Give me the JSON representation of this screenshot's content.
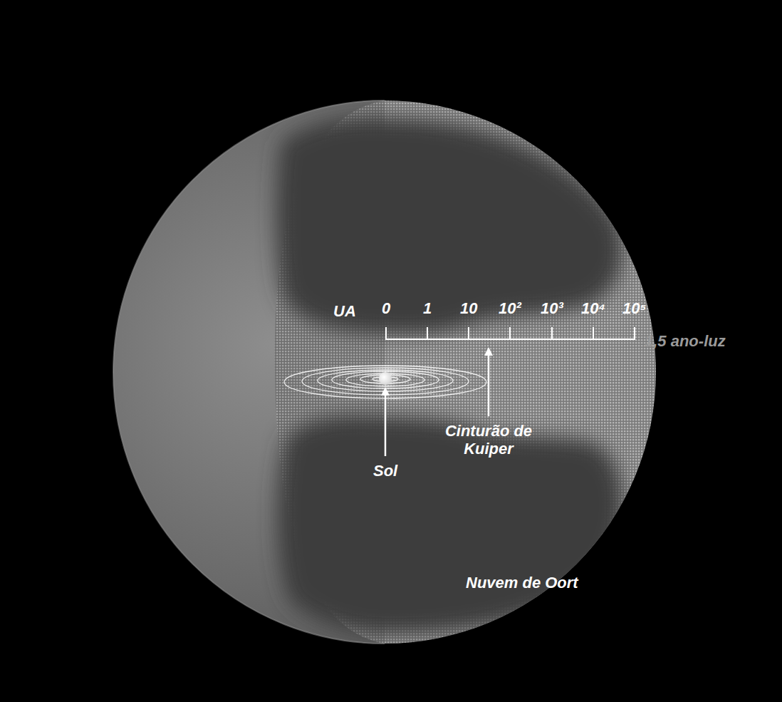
{
  "diagram": {
    "labels": [
      "UA",
      "0",
      "1",
      "10",
      "10²",
      "10³",
      "10⁴",
      "10⁵",
      "1,5 ano-luz",
      "Cinturão de Kuiper",
      "Sol",
      "Nuvem de Oort"
    ]
  }
}
